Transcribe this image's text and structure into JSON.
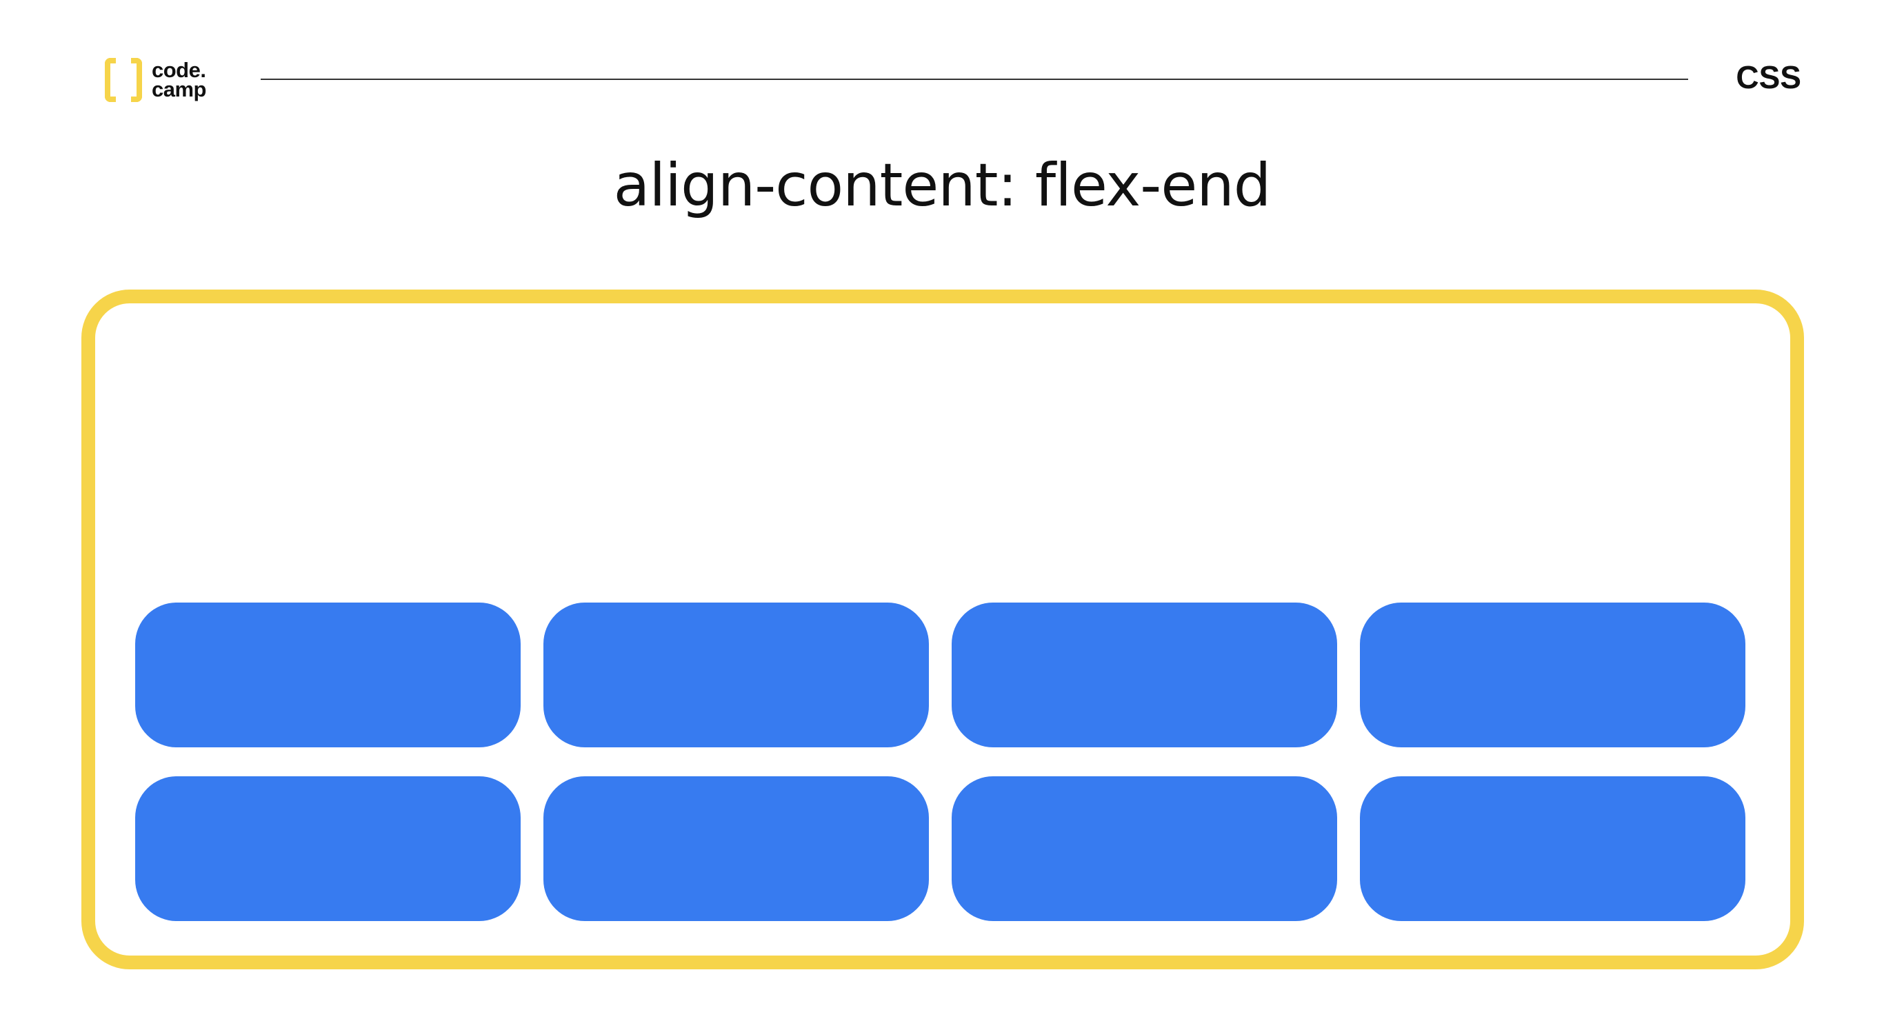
{
  "header": {
    "logo": {
      "line1": "code.",
      "line2": "camp",
      "color": "#f6d44a"
    },
    "topic": "CSS"
  },
  "slide": {
    "title": "align-content: flex-end"
  },
  "demo": {
    "property": "align-content",
    "value": "flex-end",
    "item_count": 8,
    "container_border_color": "#f6d44a",
    "item_color": "#377bf0"
  }
}
